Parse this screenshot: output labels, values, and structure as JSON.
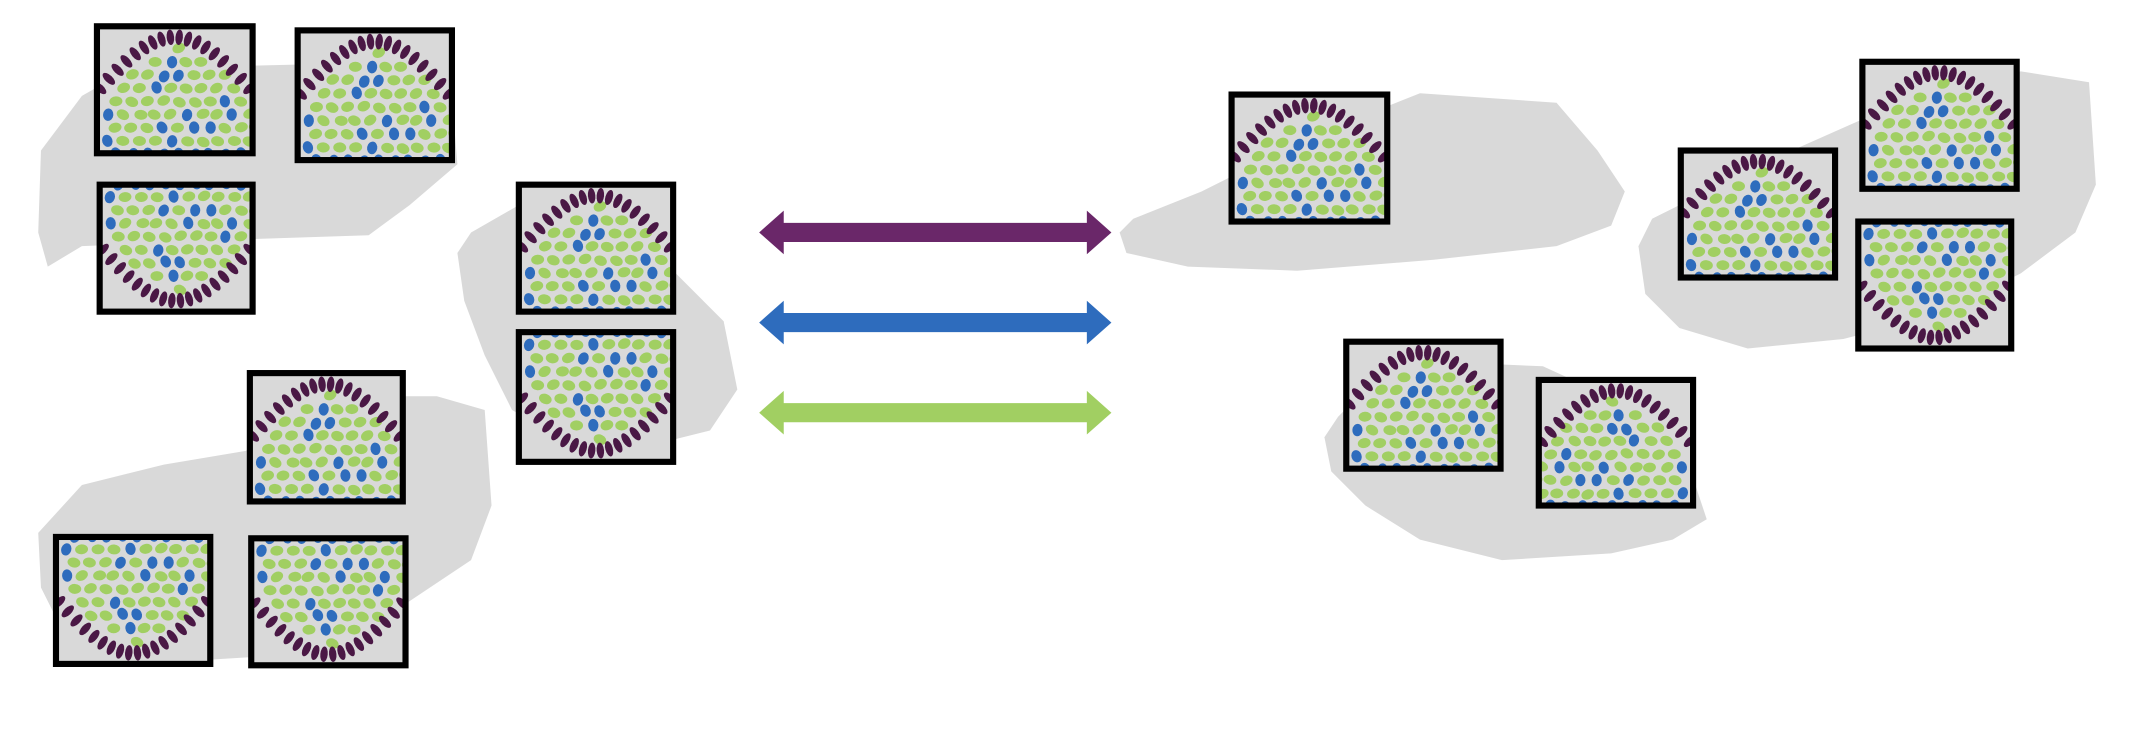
{
  "colors": {
    "background": "#ffffff",
    "tissue": "#d9d9d9",
    "tile_border": "#000000",
    "cell_green": "#a1cf62",
    "cell_blue": "#2e6cbd",
    "cell_purple": "#4a1845",
    "arrow_purple": "#6a2769",
    "arrow_blue": "#2e6cbd",
    "arrow_green": "#a1cf62"
  },
  "arrows": [
    "purple",
    "blue",
    "green"
  ]
}
